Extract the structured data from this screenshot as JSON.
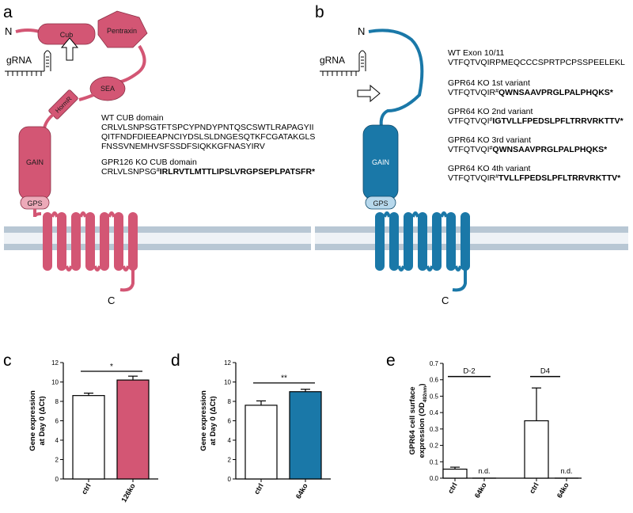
{
  "panels": {
    "a": "a",
    "b": "b",
    "c": "c",
    "d": "d",
    "e": "e"
  },
  "colors": {
    "pink": "#d35674",
    "pink_light": "#ecaab9",
    "blue": "#1a78a8",
    "blue_light": "#b7d8ec",
    "membrane": "#9aaec0"
  },
  "panel_a": {
    "n_label": "N",
    "c_label": "C",
    "domains": {
      "cub": "Cub",
      "pentraxin": "Pentraxin",
      "sea": "SEA",
      "hormr": "HormR",
      "gain": "GAIN",
      "gps": "GPS"
    },
    "grna": "gRNA",
    "wt_title": "WT CUB domain",
    "wt_seq": [
      "CRLVLSNPSGTFTSPCYPNDYPNTQSCSWTLRAPAGYII",
      "QITFNDFDIEEAPNCIYDSLSLDNGESQTKFCGATAKGLS",
      "FNSSVNEMHVSFSSDFSIQKKGFNASYIRV"
    ],
    "ko_title": "GPR126 KO CUB domain",
    "ko_prefix": "CRLVLSNPSG",
    "ko_mark": "#",
    "ko_bold": "IRLRVTLMTTLIPSLVRGPSEPLPATSFR*"
  },
  "panel_b": {
    "n_label": "N",
    "c_label": "C",
    "domains": {
      "gain": "GAIN",
      "gps": "GPS"
    },
    "grna": "gRNA",
    "wt_title": "WT Exon 10/11",
    "wt_seq": "VTFQTVQIRPMEQCCCSPRTPCPSSPEELEKL",
    "variants": [
      {
        "title": "GPR64 KO 1st variant",
        "prefix": "VTFQTVQIR",
        "mark": "#",
        "bold": "QWNSAAVPRGLPALPHQKS*"
      },
      {
        "title": "GPR64 KO 2nd variant",
        "prefix": "VTFQTVQI",
        "mark": "#",
        "bold": "IGTVLLFPEDSLPFLTRRVRKTTV*"
      },
      {
        "title": "GPR64 KO 3rd variant",
        "prefix": "VTFQTVQI",
        "mark": "#",
        "bold": "QWNSAAVPRGLPALPHQKS*"
      },
      {
        "title": "GPR64 KO 4th variant",
        "prefix": "VTFQTVQIR",
        "mark": "#",
        "bold": "TVLLFPEDSLPFLTRRVRKTTV*"
      }
    ]
  },
  "chart_data": [
    {
      "panel": "c",
      "type": "bar",
      "categories": [
        "ctrl",
        "126ko"
      ],
      "values": [
        8.6,
        10.2
      ],
      "errors": [
        0.25,
        0.4
      ],
      "bar_colors": [
        "#ffffff",
        "#d35674"
      ],
      "ylabel": [
        "Gene expression",
        "at Day 0 (ΔCt)"
      ],
      "ylim": [
        0,
        12
      ],
      "yticks": [
        "0",
        "2",
        "4",
        "6",
        "8",
        "10",
        "12"
      ],
      "significance": "*"
    },
    {
      "panel": "d",
      "type": "bar",
      "categories": [
        "ctrl",
        "64ko"
      ],
      "values": [
        7.6,
        9.0
      ],
      "errors": [
        0.45,
        0.25
      ],
      "bar_colors": [
        "#ffffff",
        "#1a78a8"
      ],
      "ylabel": [
        "Gene expression",
        "at Day 0 (ΔCt)"
      ],
      "ylim": [
        0,
        12
      ],
      "yticks": [
        "0",
        "2",
        "4",
        "6",
        "8",
        "10",
        "12"
      ],
      "significance": "**"
    },
    {
      "panel": "e",
      "type": "bar",
      "categories": [
        "ctrl",
        "64ko",
        "ctrl",
        "64ko"
      ],
      "values": [
        0.055,
        0,
        0.35,
        0
      ],
      "errors": [
        0.012,
        0,
        0.2,
        0
      ],
      "bar_colors": [
        "#ffffff",
        "#ffffff",
        "#ffffff",
        "#ffffff"
      ],
      "value_labels": [
        "",
        "n.d.",
        "",
        "n.d."
      ],
      "groups": [
        "D-2",
        "D4"
      ],
      "ylabel": [
        "GPR64 cell surface",
        "expression (OD",
        "492nm",
        ")"
      ],
      "ylim": [
        0,
        0.7
      ],
      "yticks": [
        "0.0",
        "0.1",
        "0.2",
        "0.3",
        "0.4",
        "0.5",
        "0.6",
        "0.7"
      ]
    }
  ]
}
